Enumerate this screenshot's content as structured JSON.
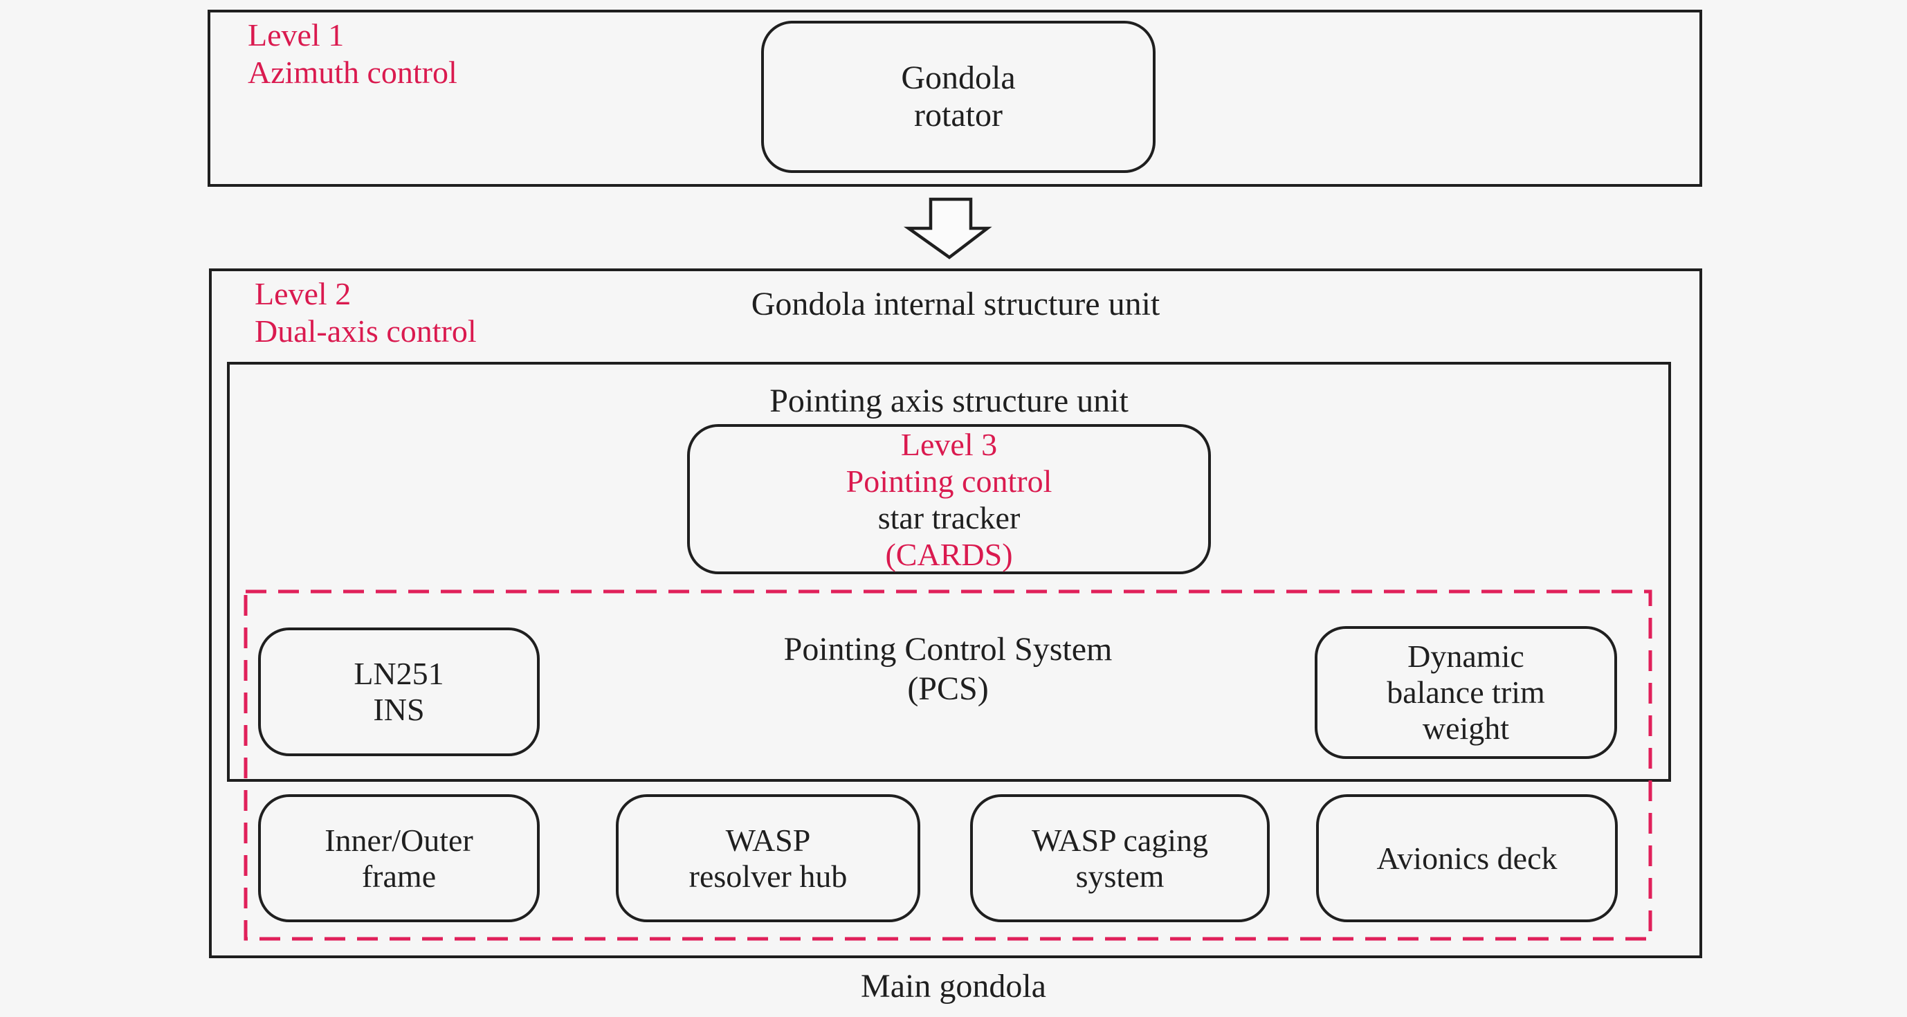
{
  "colors": {
    "background": "#f6f6f6",
    "line_black": "#1f1f1f",
    "accent_red": "#da1a4f",
    "dashed_red": "#e0205a"
  },
  "level1": {
    "label": "Level 1\nAzimuth control",
    "gondola_rotator_label": "Gondola\nrotator"
  },
  "connector": {
    "icon": "down-block-arrow"
  },
  "level2": {
    "label": "Level 2\nDual-axis control",
    "title": "Gondola internal structure unit",
    "pointing_axis": {
      "title": "Pointing axis structure unit",
      "level3": {
        "line1": "Level 3",
        "line2": "Pointing control",
        "line3": "star tracker",
        "line4": "(CARDS)"
      }
    },
    "pcs": {
      "title": "Pointing Control System\n(PCS)",
      "ln251_label": "LN251\nINS",
      "dynamic_balance_label": "Dynamic\nbalance trim\nweight",
      "inner_outer_frame_label": "Inner/Outer\nframe",
      "wasp_resolver_hub_label": "WASP\nresolver hub",
      "wasp_caging_system_label": "WASP caging\nsystem",
      "avionics_deck_label": "Avionics deck"
    }
  },
  "footer": {
    "label": "Main gondola"
  }
}
